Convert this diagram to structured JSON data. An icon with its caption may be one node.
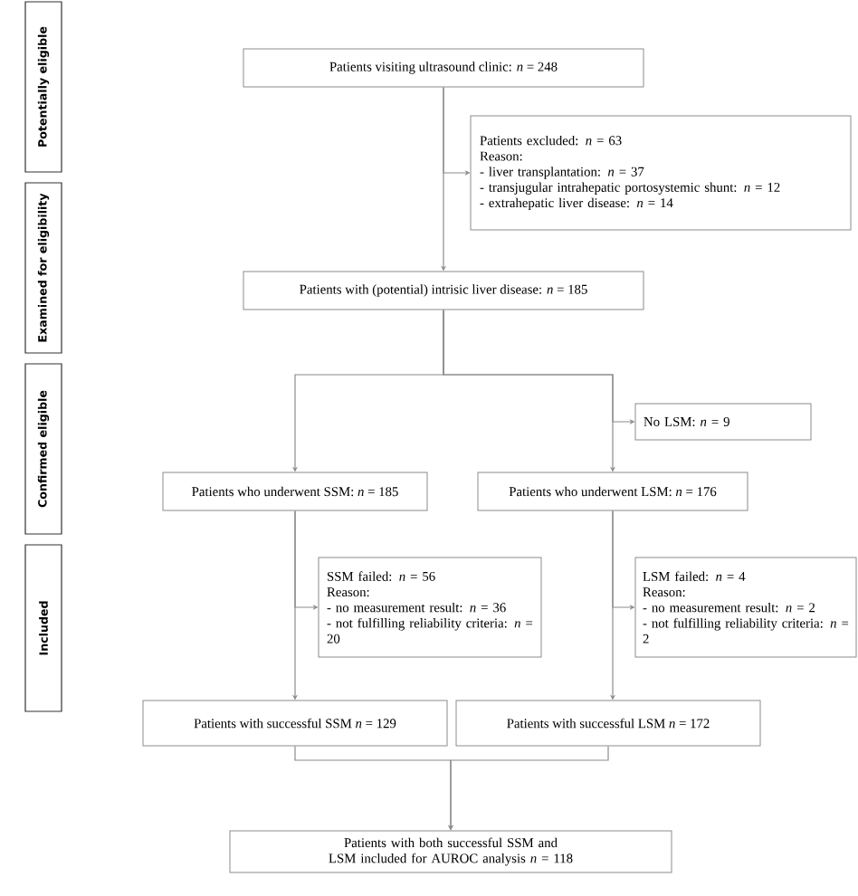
{
  "diagram": {
    "nodes": [
      {
        "text": [
          "Potentially eligible"
        ]
      },
      {
        "text": [
          "Examined for eligibility"
        ]
      },
      {
        "text": [
          "Confirmed eligible"
        ]
      },
      {
        "text": [
          "Included"
        ]
      },
      {
        "text": [
          "Patients visiting ultrasound clinic: *n* = 248"
        ]
      },
      {
        "text": [
          "Patients excluded: *n* = 63",
          "Reason:",
          "- liver transplantation: *n* = 37",
          "- transjugular intrahepatic portosystemic shunt: *n* = 12",
          "- extrahepatic liver disease: *n* = 14"
        ]
      },
      {
        "text": [
          "Patients with (potential) intrisic liver disease: *n* = 185"
        ]
      },
      {
        "text": [
          "No LSM: *n* = 9"
        ]
      },
      {
        "text": [
          "Patients who underwent SSM: *n* = 185"
        ]
      },
      {
        "text": [
          "Patients who underwent LSM: *n* = 176"
        ]
      },
      {
        "text": [
          "SSM failed: *n* = 56",
          "Reason:",
          "- no measurement result: *n* = 36",
          "- not fulfilling reliability criteria: *n* = 20"
        ]
      },
      {
        "text": [
          "LSM failed: *n* = 4",
          "Reason:",
          "- no measurement result: *n* = 2",
          "- not fulfilling reliability criteria: *n* = 2"
        ]
      },
      {
        "text": [
          "Patients with successful SSM *n* = 129"
        ]
      },
      {
        "text": [
          "Patients with successful LSM *n* = 172"
        ]
      },
      {
        "text": [
          "Patients with both successful SSM and LSM included for AUROC analysis *n* = 118"
        ]
      }
    ],
    "edges": [
      {
        "from": 4,
        "to": 6,
        "arrow": "to"
      },
      {
        "from": 4,
        "to": 5,
        "arrow": "to"
      },
      {
        "from": 6,
        "to": 8,
        "arrow": "to"
      },
      {
        "from": 6,
        "to": 9,
        "arrow": "to"
      },
      {
        "from": 6,
        "to": 7,
        "arrow": "to"
      },
      {
        "from": 8,
        "to": 12,
        "arrow": "to"
      },
      {
        "from": 8,
        "to": 10,
        "arrow": "to"
      },
      {
        "from": 9,
        "to": 13,
        "arrow": "to"
      },
      {
        "from": 9,
        "to": 11,
        "arrow": "to"
      },
      {
        "from": 12,
        "to": 14,
        "arrow": "to"
      },
      {
        "from": 13,
        "to": 14,
        "arrow": "to"
      }
    ]
  }
}
